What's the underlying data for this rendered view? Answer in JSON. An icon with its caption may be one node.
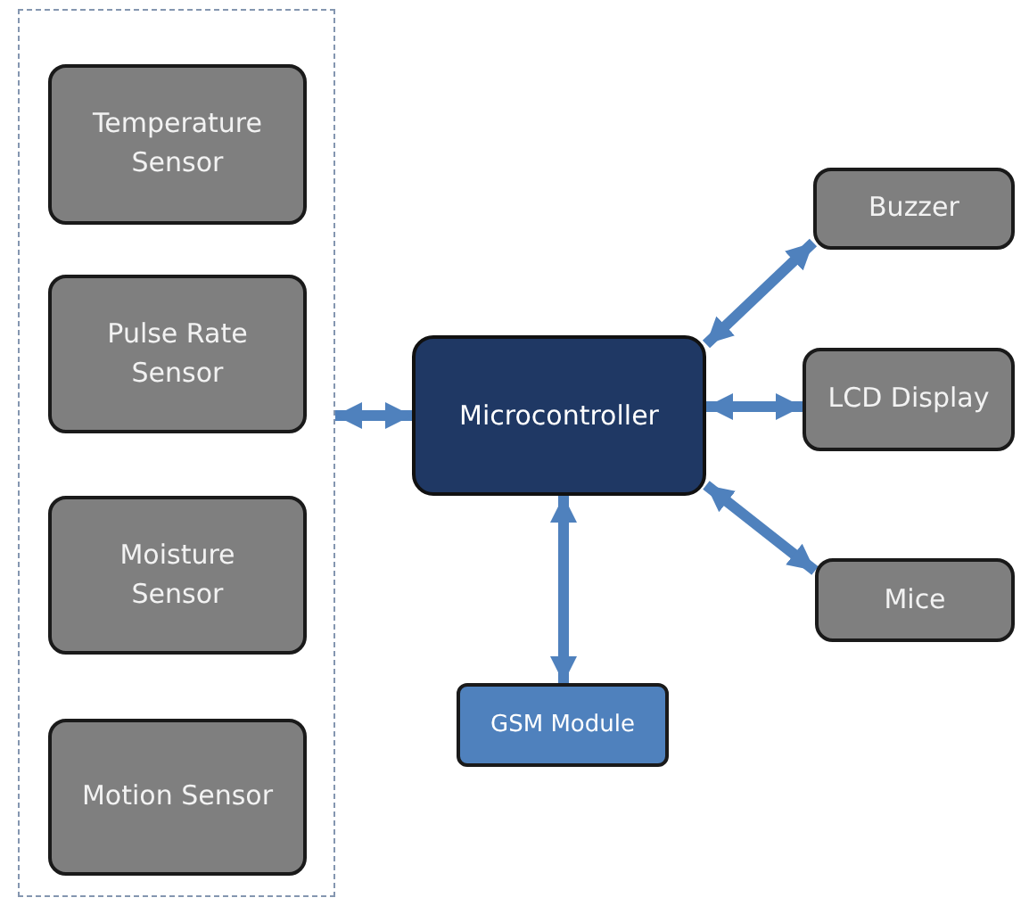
{
  "diagram": {
    "nodes": [
      {
        "text": [],
        "shape": "box"
      },
      {
        "text": [
          "Temperature Sensor"
        ],
        "in": 0
      },
      {
        "text": [
          "Pulse Rate Sensor"
        ],
        "in": 0
      },
      {
        "text": [
          "Moisture Sensor"
        ],
        "in": 0
      },
      {
        "text": [
          "Motion Sensor"
        ],
        "in": 0
      },
      {
        "text": [
          "Microcontroller"
        ]
      },
      {
        "text": [
          "Buzzer"
        ]
      },
      {
        "text": [
          "LCD Display"
        ]
      },
      {
        "text": [
          "Mice"
        ]
      },
      {
        "text": [
          "GSM Module"
        ]
      }
    ],
    "edges": [
      {
        "from": 0,
        "to": 5,
        "arrow": "both"
      },
      {
        "from": 5,
        "to": 6,
        "arrow": "both"
      },
      {
        "from": 5,
        "to": 7,
        "arrow": "both"
      },
      {
        "from": 5,
        "to": 8,
        "arrow": "both"
      },
      {
        "from": 5,
        "to": 9,
        "arrow": "both"
      }
    ]
  }
}
